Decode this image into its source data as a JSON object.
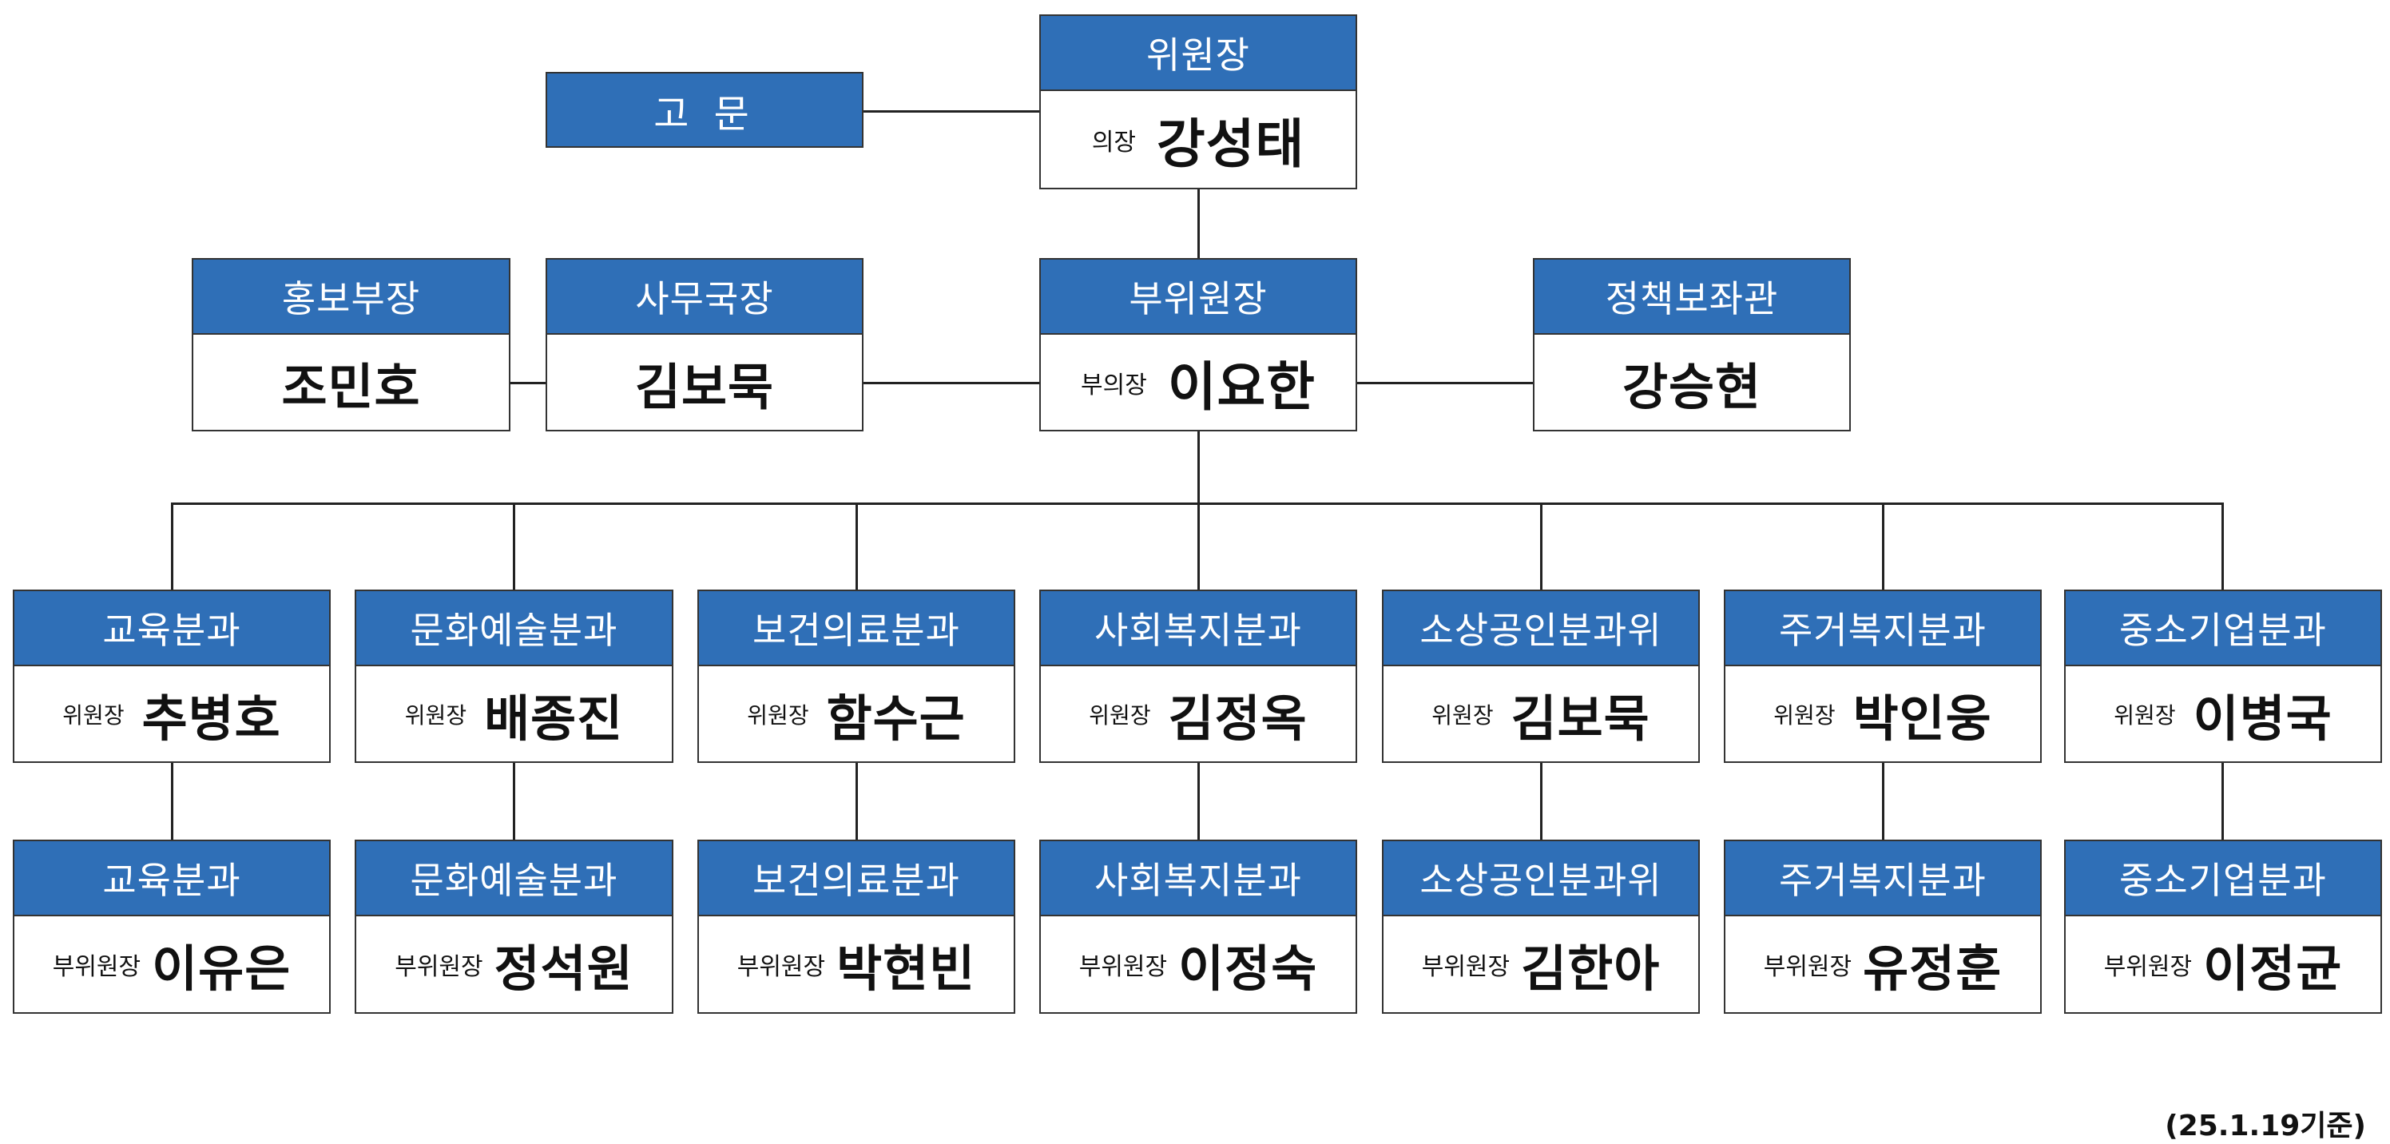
{
  "advisor": {
    "label": "고 문"
  },
  "chairman": {
    "title": "위원장",
    "role": "의장",
    "name": "강성태"
  },
  "vice_chairman": {
    "title": "부위원장",
    "role": "부의장",
    "name": "이요한"
  },
  "pr_director": {
    "title": "홍보부장",
    "name": "조민호"
  },
  "secretary_general": {
    "title": "사무국장",
    "name": "김보묵"
  },
  "policy_aide": {
    "title": "정책보좌관",
    "name": "강승현"
  },
  "divisions": [
    {
      "title": "교육분과",
      "head_role": "위원장",
      "head_name": "추병호",
      "vice_role": "부위원장",
      "vice_name": "이유은"
    },
    {
      "title": "문화예술분과",
      "head_role": "위원장",
      "head_name": "배종진",
      "vice_role": "부위원장",
      "vice_name": "정석원"
    },
    {
      "title": "보건의료분과",
      "head_role": "위원장",
      "head_name": "함수근",
      "vice_role": "부위원장",
      "vice_name": "박현빈"
    },
    {
      "title": "사회복지분과",
      "head_role": "위원장",
      "head_name": "김정옥",
      "vice_role": "부위원장",
      "vice_name": "이정숙"
    },
    {
      "title": "소상공인분과위",
      "head_role": "위원장",
      "head_name": "김보묵",
      "vice_role": "부위원장",
      "vice_name": "김한아"
    },
    {
      "title": "주거복지분과",
      "head_role": "위원장",
      "head_name": "박인웅",
      "vice_role": "부위원장",
      "vice_name": "유정훈"
    },
    {
      "title": "중소기업분과",
      "head_role": "위원장",
      "head_name": "이병국",
      "vice_role": "부위원장",
      "vice_name": "이정균"
    }
  ],
  "footnote": "(25.1.19기준)"
}
